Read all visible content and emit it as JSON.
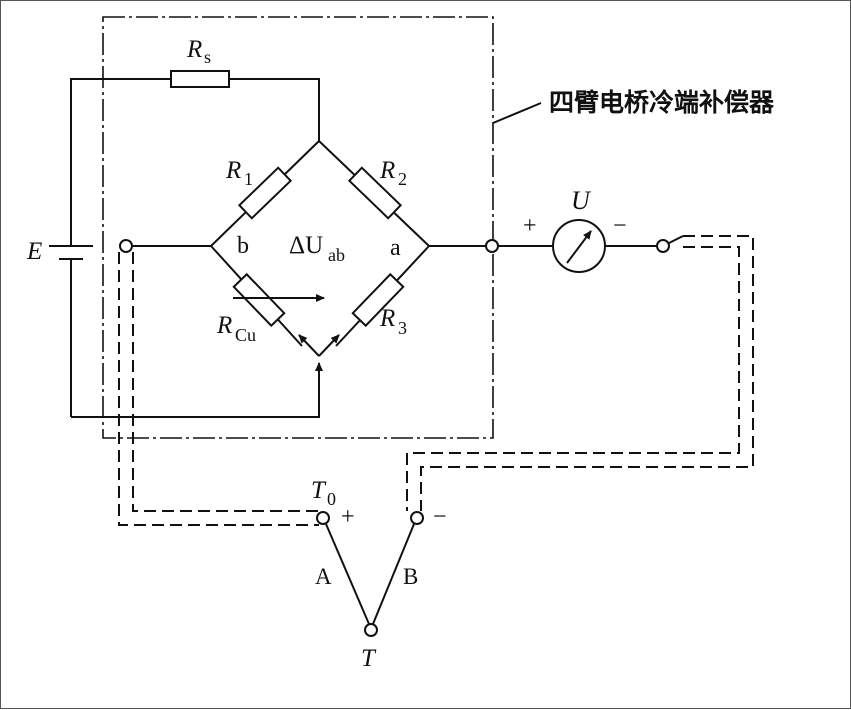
{
  "diagram": {
    "title": "四臂电桥冷端补偿器",
    "labels": {
      "rs": "R",
      "rs_sub": "s",
      "r1": "R",
      "r1_sub": "1",
      "r2": "R",
      "r2_sub": "2",
      "r3": "R",
      "r3_sub": "3",
      "rcu": "R",
      "rcu_sub": "Cu",
      "e": "E",
      "u": "U",
      "delta_u": "ΔU",
      "delta_u_sub": "ab",
      "node_a": "a",
      "node_b": "b",
      "t0": "T",
      "t0_sub": "0",
      "t": "T",
      "wire_a": "A",
      "wire_b": "B",
      "plus_meter": "+",
      "minus_meter": "−",
      "plus_junction": "+",
      "minus_junction": "−"
    }
  }
}
